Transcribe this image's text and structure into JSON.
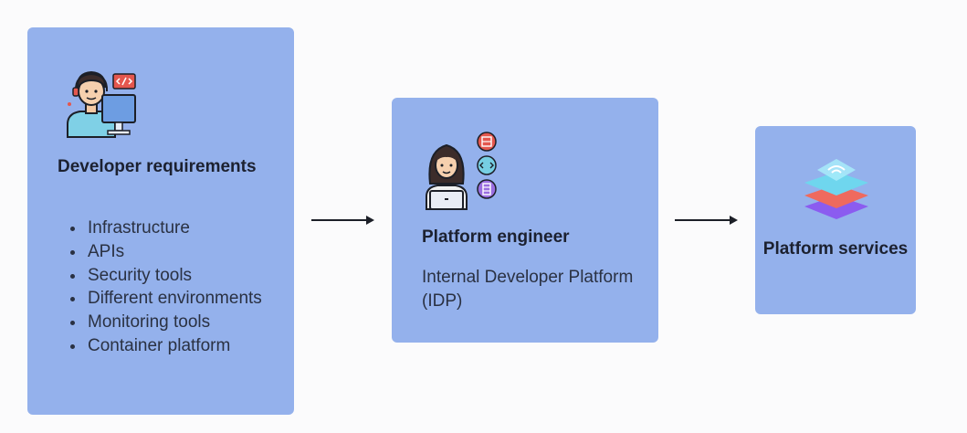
{
  "nodes": {
    "developer": {
      "title": "Developer requirements",
      "items": [
        "Infrastructure",
        "APIs",
        "Security tools",
        "Different environments",
        "Monitoring tools",
        "Container platform"
      ],
      "icon": "developer-at-computer-icon"
    },
    "platform_engineer": {
      "title": "Platform engineer",
      "subtitle": "Internal Developer Platform (IDP)",
      "icon": "platform-engineer-with-laptop-icon"
    },
    "platform_services": {
      "title": "Platform services",
      "icon": "stacked-layers-icon"
    }
  },
  "edges": [
    {
      "from": "developer",
      "to": "platform_engineer"
    },
    {
      "from": "platform_engineer",
      "to": "platform_services"
    }
  ],
  "colors": {
    "card": "#94b1ec",
    "background": "#fbfbfc",
    "text": "#1c2130",
    "arrow": "#1c1f27"
  }
}
